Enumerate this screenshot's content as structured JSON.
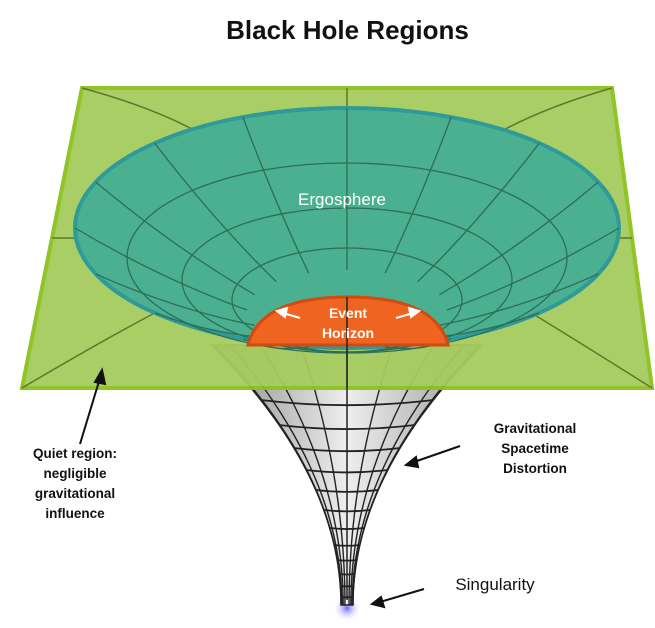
{
  "title": "Black Hole Regions",
  "labels": {
    "ergosphere": "Ergosphere",
    "event_horizon": [
      "Event",
      "Horizon"
    ],
    "quiet_region": [
      "Quiet region:",
      "negligible",
      "gravitational",
      "influence"
    ],
    "distortion": [
      "Gravitational",
      "Spacetime",
      "Distortion"
    ],
    "singularity": "Singularity"
  },
  "colors": {
    "plane": "#a6cc5e",
    "plane_edge": "#8cc21c",
    "ergosphere": "#4bb08f",
    "event_horizon": "#ee6420",
    "singularity_glow": "#8080ff"
  }
}
